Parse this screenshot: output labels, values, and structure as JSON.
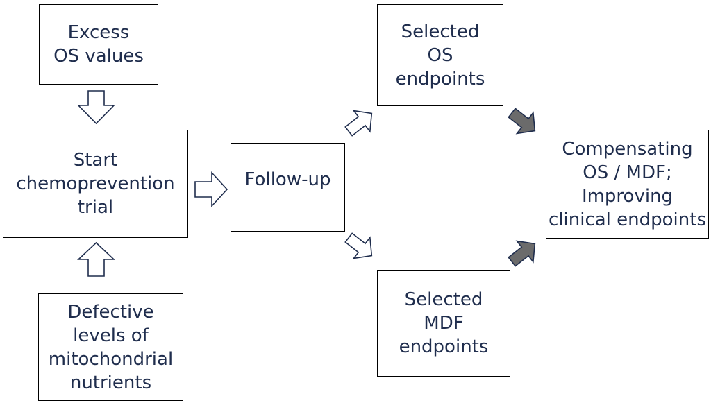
{
  "diagram": {
    "nodes": {
      "excess_os": {
        "label": "Excess\nOS values"
      },
      "start_trial": {
        "label": "Start\nchemoprevention\ntrial"
      },
      "defective_levels": {
        "label": "Defective\nlevels of\nmitochondrial\nnutrients"
      },
      "follow_up": {
        "label": "Follow-up"
      },
      "selected_os": {
        "label": "Selected\nOS\nendpoints"
      },
      "selected_mdf": {
        "label": "Selected\nMDF\nendpoints"
      },
      "compensating": {
        "label": "Compensating\nOS / MDF;\nImproving\nclinical endpoints"
      }
    },
    "colors": {
      "text": "#1f2d4d",
      "border": "#000000",
      "hollow_arrow_fill": "#ffffff",
      "solid_arrow_fill": "#6b6b6b"
    }
  }
}
